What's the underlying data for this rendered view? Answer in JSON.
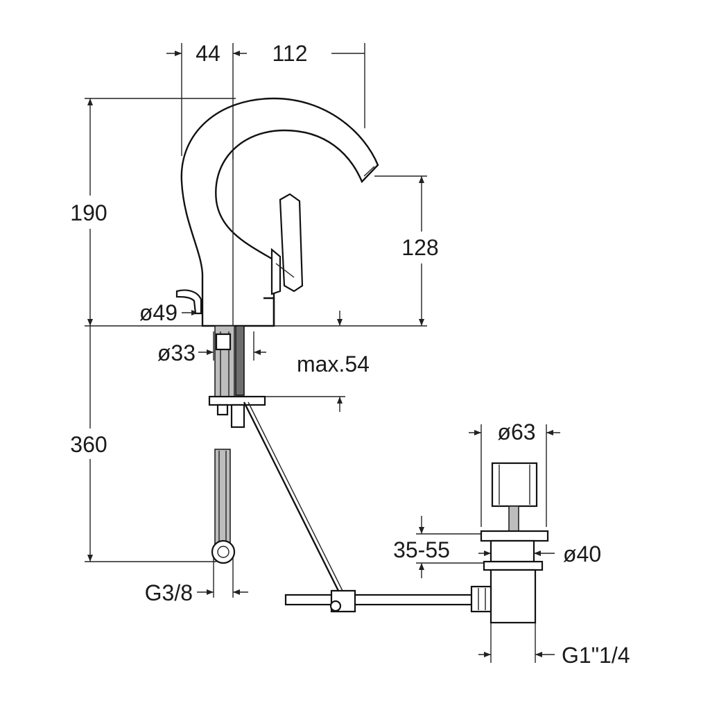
{
  "dimensions": {
    "offset_top_left": "44",
    "reach": "112",
    "spout_height": "190",
    "outlet_height": "128",
    "base_diameter": "ø49",
    "shank_diameter": "ø33",
    "max_thickness": "max.54",
    "hose_length": "360",
    "hose_thread": "G3/8",
    "waste_top_diameter": "ø63",
    "waste_range": "35-55",
    "waste_body_diameter": "ø40",
    "waste_thread": "G1\"1/4"
  }
}
